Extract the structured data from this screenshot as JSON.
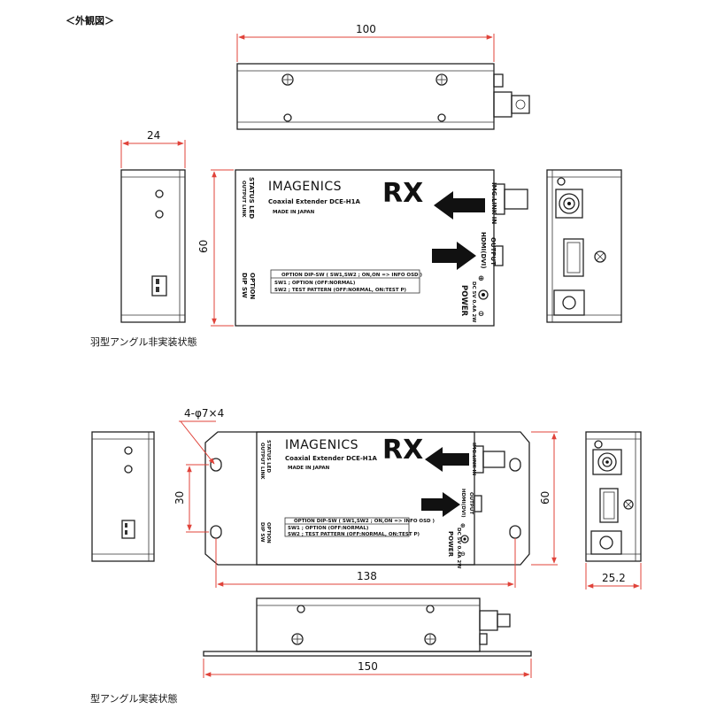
{
  "title": "＜外観図＞",
  "captions": {
    "top": "羽型アングル非実装状態",
    "bottom": "型アングル実装状態"
  },
  "dimensions": {
    "top_width": "100",
    "top_height": "60",
    "side_depth": "24",
    "hole_spec": "4-φ7×4",
    "hole_pitch_v": "30",
    "bottom_height": "60",
    "hole_pitch_h": "138",
    "bottom_depth": "25.2",
    "bracket_width": "150"
  },
  "device": {
    "brand": "IMAGENICS",
    "model_line": "Coaxial Extender   DCE-H1A",
    "made_in": "MADE IN JAPAN",
    "rx": "RX",
    "status_led": "STATUS LED",
    "status_sub": "OUTPUT  LINK",
    "option": "OPTION",
    "dip_sw": "DIP SW",
    "img_link_in": "IMG.LINK IN",
    "hdmi_dvi": "HDMI(DVI)",
    "output": "OUTPUT",
    "power": "POWER",
    "dc_spec": "DC 5V 0.4A 2W",
    "plus": "⊕",
    "minus": "⊖",
    "dip_box": {
      "line1": "OPTION DIP-SW ( SW1,SW2 ; ON,ON => INFO OSD )",
      "line2": "SW1 ; OPTION (OFF:NORMAL)",
      "line3": "SW2 ; TEST PATTERN (OFF:NORMAL, ON:TEST P)"
    }
  }
}
